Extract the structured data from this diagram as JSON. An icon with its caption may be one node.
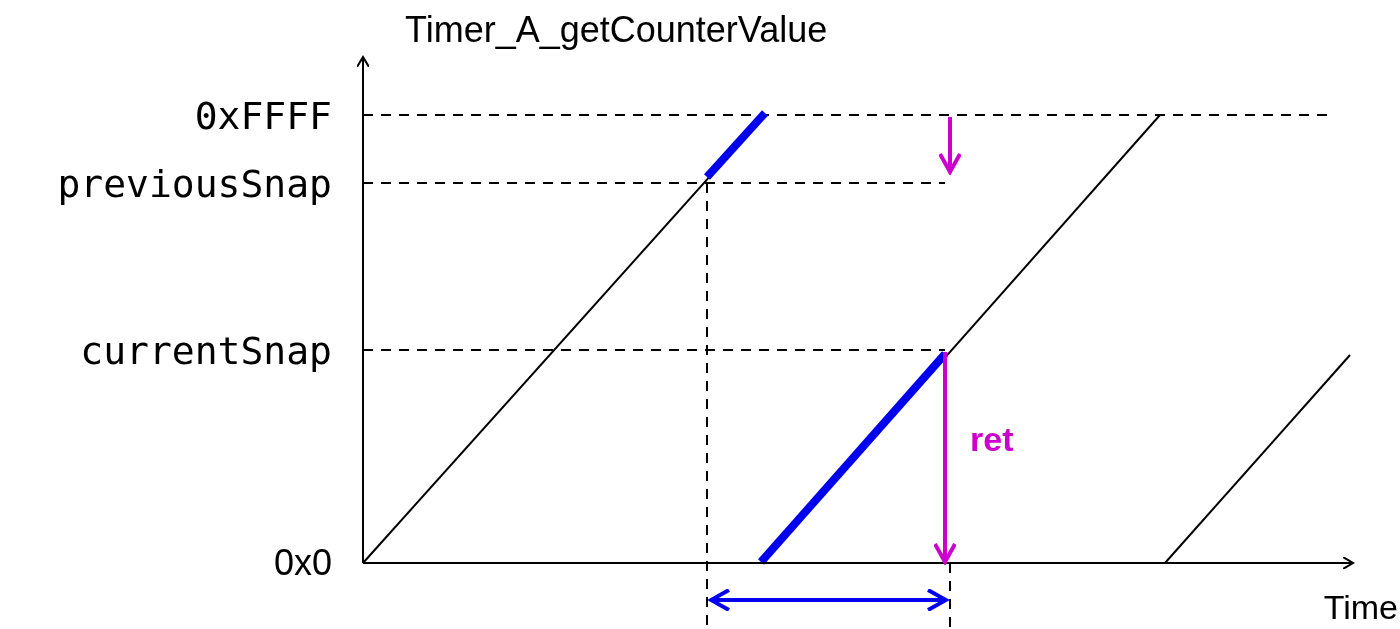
{
  "diagram": {
    "labels": [
      "Timer_A_getCounterValue",
      "0xFFFF",
      "previousSnap",
      "currentSnap",
      "0x0",
      "ret",
      "Time"
    ]
  }
}
